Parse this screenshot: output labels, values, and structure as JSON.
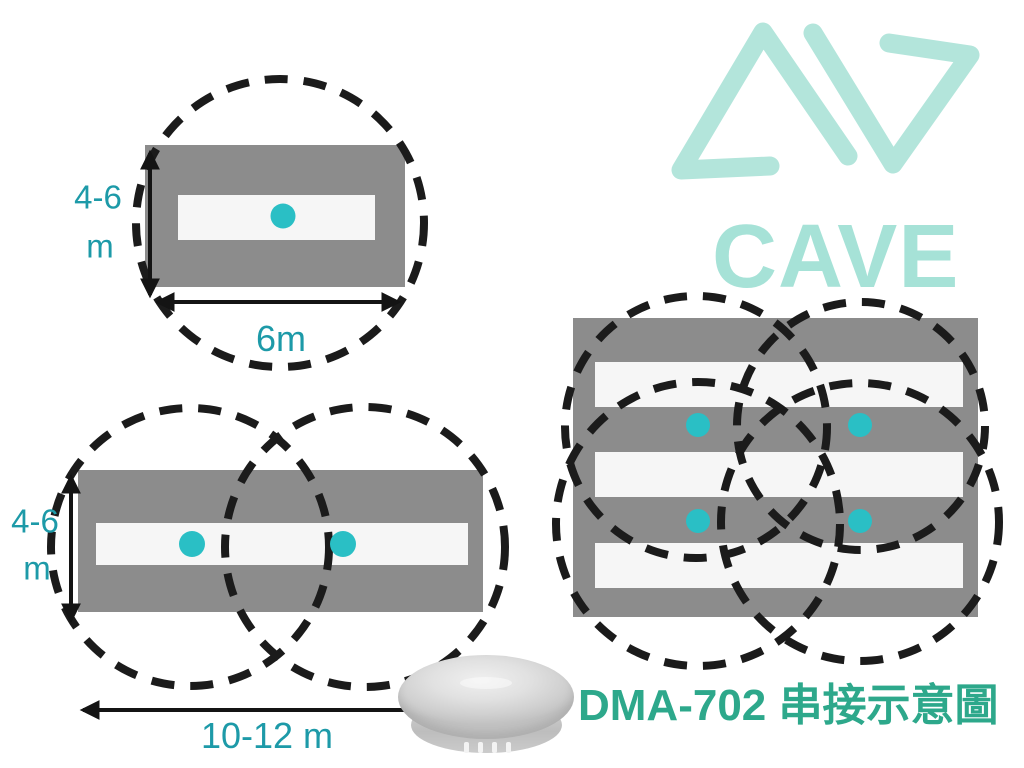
{
  "page": {
    "background_color": "#ffffff"
  },
  "logo": {
    "brand_text": "CAVE",
    "mark_icon": "av-triangle-logo-mark",
    "mark_color": "#b3e5db",
    "text_color": "#a6e2d7"
  },
  "caption": {
    "text": "DMA-702 串接示意圖",
    "color": "#2da88b"
  },
  "device_photo": {
    "icon": "dma-702-ceiling-disc-device"
  },
  "colors": {
    "room_gray": "#8c8c8c",
    "band_white": "#f6f6f6",
    "device_dot_teal": "#2abfc5",
    "dimension_label_teal": "#1d9aa8",
    "coverage_dash_black": "#1b1b1b"
  },
  "diagram": {
    "scenarios": [
      {
        "id": "single-room",
        "devices": 1,
        "coverage_circles": 1,
        "width_label": "6m",
        "height_label": [
          "4-6",
          "m"
        ]
      },
      {
        "id": "long-room",
        "devices": 2,
        "coverage_circles": 2,
        "width_label": "10-12 m",
        "height_label": [
          "4-6",
          "m"
        ]
      },
      {
        "id": "three-row-area",
        "devices": 4,
        "coverage_circles": 4,
        "rows": 3
      }
    ]
  }
}
